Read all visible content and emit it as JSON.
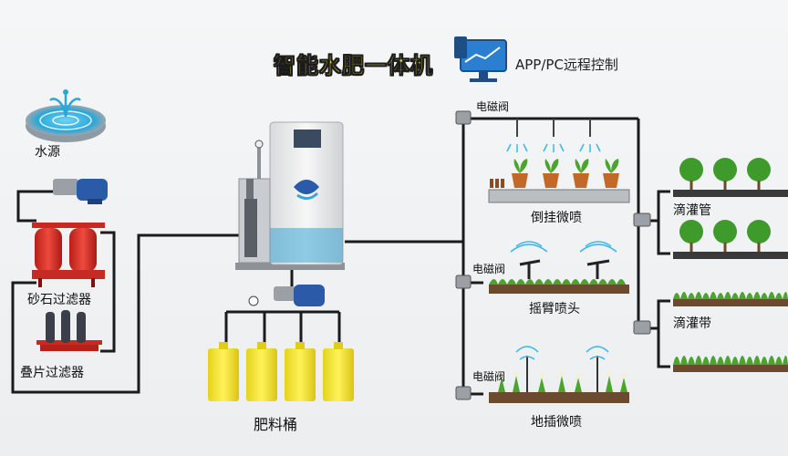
{
  "title": "智能水肥一体机",
  "remote_control": "APP/PC远程控制",
  "labels": {
    "water_source": "水源",
    "sand_filter": "砂石过滤器",
    "disc_filter": "叠片过滤器",
    "fertilizer_bucket": "肥料桶",
    "solenoid_valve_1": "电磁阀",
    "solenoid_valve_2": "电磁阀",
    "solenoid_valve_3": "电磁阀",
    "hanging_micro_spray": "倒挂微喷",
    "rocker_sprinkler": "摇臂喷头",
    "ground_micro_spray": "地插微喷",
    "drip_pipe": "滴灌管",
    "drip_tape": "滴灌带"
  },
  "colors": {
    "pipe": "#1b1b1b",
    "title_fill": "#f7dc3a",
    "bucket": "#f2e12a",
    "filter_red": "#d62b22",
    "pump_blue": "#2a5aa8",
    "plant_green": "#3d9a2b"
  }
}
